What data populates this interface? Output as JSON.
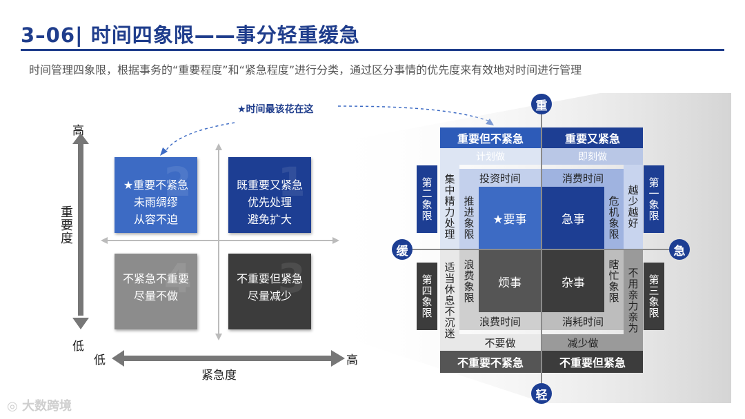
{
  "header": {
    "number": "3–06|",
    "title": "时间四象限——事分轻重缓急",
    "subtitle": "时间管理四象限，根据事务的“重要程度”和“紧急程度”进行分类，通过区分事情的优先度来有效地对时间进行管理"
  },
  "annotation": "★时间最该花在这",
  "left": {
    "y_high": "高",
    "y_low": "低",
    "y_label": "重要度",
    "x_low": "低",
    "x_high": "高",
    "x_label": "紧急度",
    "q1": {
      "title": "既重要又紧急",
      "line1": "优先处理",
      "line2": "避免扩大",
      "num": "1"
    },
    "q2": {
      "title": "★重要不紧急",
      "line1": "未雨绸缪",
      "line2": "从容不迫",
      "num": "2"
    },
    "q3": {
      "title": "不重要但紧急",
      "line1": "尽量减少",
      "num": "3"
    },
    "q4": {
      "title": "不紧急不重要",
      "line1": "尽量不做",
      "num": "4"
    }
  },
  "matrix": {
    "axis_top": "重",
    "axis_bottom": "轻",
    "axis_left": "缓",
    "axis_right": "急",
    "top_left_header": "重要但不紧急",
    "top_right_header": "重要又紧急",
    "top_left_sub": "计划做",
    "top_right_sub": "即刻做",
    "bottom_left_header": "不重要不紧急",
    "bottom_right_header": "不重要但紧急",
    "bottom_left_sub": "不要做",
    "bottom_right_sub": "减少做",
    "q2_label": "第二象限",
    "q1_label": "第一象限",
    "q4_label": "第四象限",
    "q3_label": "第三象限",
    "q2_outer": "集中精力处理",
    "q1_outer": "越少越好",
    "q4_outer": "适当休息不沉迷",
    "q3_outer": "不用亲力亲为",
    "q2_mid_top": "投资时间",
    "q1_mid_top": "消费时间",
    "q4_mid_bottom": "浪费时间",
    "q3_mid_bottom": "消耗时间",
    "q2_mid_side": "推进象限",
    "q1_mid_side": "危机象限",
    "q4_mid_side": "浪费象限",
    "q3_mid_side": "瞎忙象限",
    "q2_core": "★要事",
    "q1_core": "急事",
    "q4_core": "烦事",
    "q3_core": "杂事"
  },
  "watermark": "大数跨境",
  "colors": {
    "navy": "#1d3e93",
    "blue": "#3d6bc4",
    "dark": "#3c3c3c",
    "grey": "#8c8c8c"
  }
}
